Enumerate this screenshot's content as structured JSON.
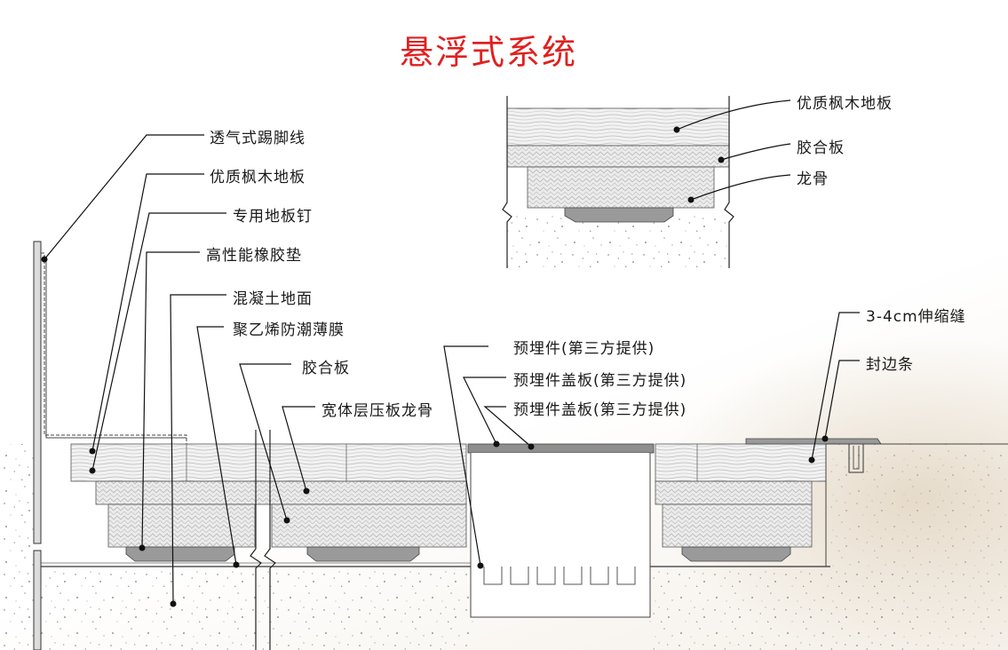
{
  "title": "悬浮式系统",
  "labels": {
    "baseboard": "透气式踢脚线",
    "maple_floor": "优质枫木地板",
    "floor_nail": "专用地板钉",
    "rubber_pad": "高性能橡胶垫",
    "concrete": "混凝土地面",
    "pe_film": "聚乙烯防潮薄膜",
    "plywood": "胶合板",
    "keel": "宽体层压板龙骨",
    "embedded_part": "预埋件(第三方提供)",
    "embedded_cover_1": "预埋件盖板(第三方提供)",
    "embedded_cover_2": "预埋件盖板(第三方提供)",
    "expansion_joint": "3-4cm伸缩缝",
    "edge_strip": "封边条",
    "inset_maple_floor": "优质枫木地板",
    "inset_plywood": "胶合板",
    "inset_keel": "龙骨"
  },
  "colors": {
    "title": "#e02020",
    "line": "#1a1a1a",
    "wood": "#efefef",
    "pad": "#9a9a9a",
    "concrete_dot": "#9b9b9b"
  }
}
